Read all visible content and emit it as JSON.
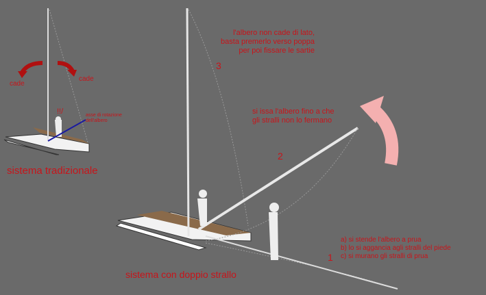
{
  "traditional": {
    "fall_left": "cade",
    "fall_right": "cade",
    "exclaim": "!!/",
    "axis_label_1": "asse di rotazione",
    "axis_label_2": "dell'albero",
    "caption": "sistema tradizionale"
  },
  "double_stay": {
    "step3_num": "3",
    "step3_lines": [
      "l'albero non cade di lato,",
      "basta premerlo verso poppa",
      "per poi fissare le sartie"
    ],
    "step2_num": "2",
    "step2_lines": [
      "si issa l'albero fino a che",
      "gli stralli non lo fermano"
    ],
    "step1_num": "1",
    "step1_lines": [
      "a) si stende l'albero a prua",
      "b) lo si aggancia agli stralli del piede",
      "c) si murano gli stralli di prua"
    ],
    "caption": "sistema con doppio strallo"
  },
  "colors": {
    "background": "#6a6a6a",
    "text": "#c8141a",
    "axis_line": "#1a1aa0",
    "arrow_red": "#b01010",
    "arrow_pink": "#f4b0b0"
  }
}
